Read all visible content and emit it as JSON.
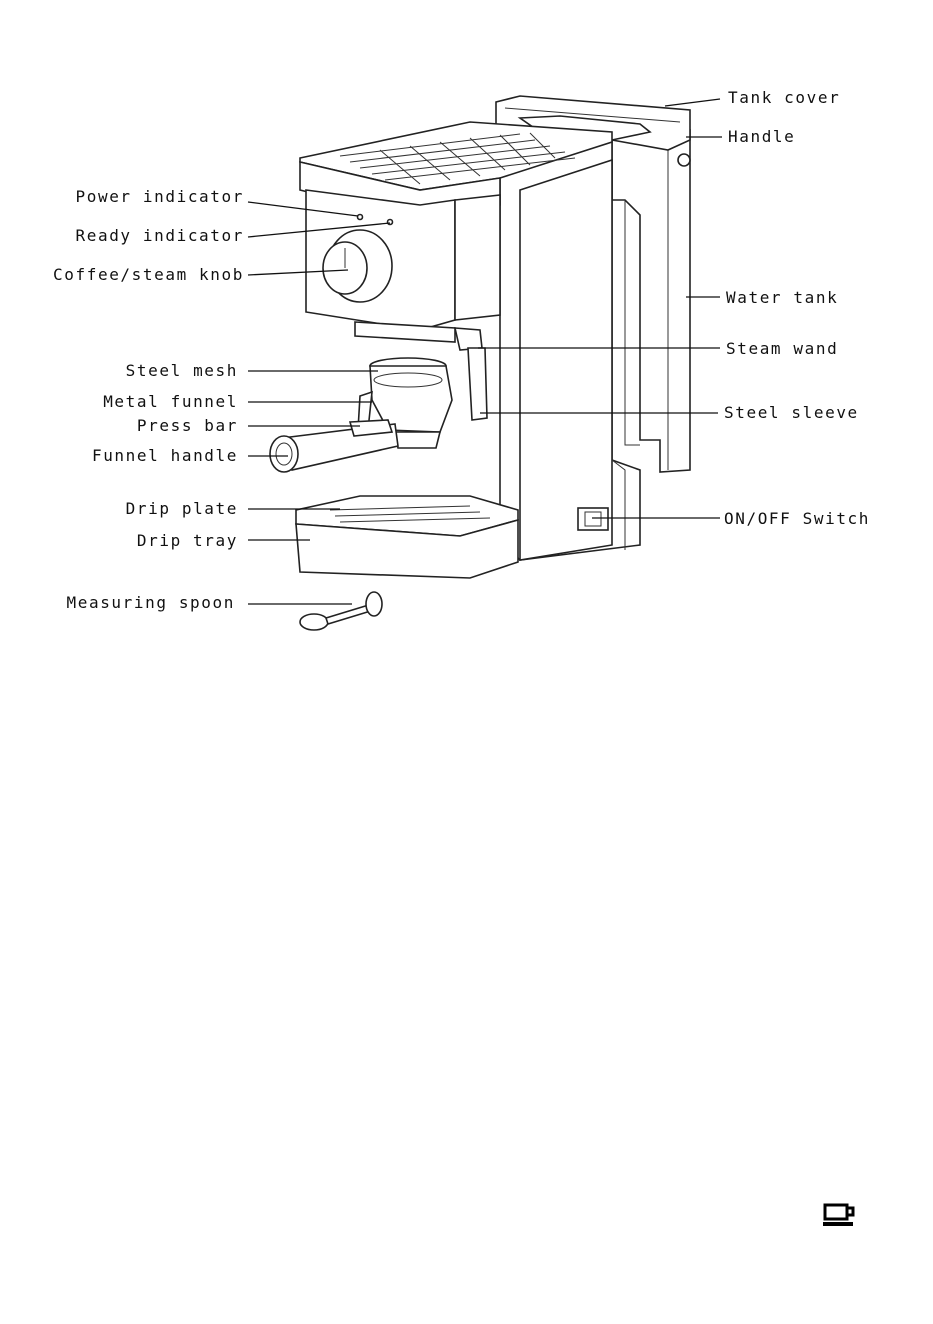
{
  "labels": {
    "tank_cover": "Tank cover",
    "handle": "Handle",
    "power_indicator": "Power indicator",
    "ready_indicator": "Ready indicator",
    "coffee_steam_knob": "Coffee/steam knob",
    "water_tank": "Water tank",
    "steam_wand": "Steam wand",
    "steel_mesh": "Steel mesh",
    "metal_funnel": "Metal funnel",
    "steel_sleeve": "Steel sleeve",
    "press_bar": "Press bar",
    "funnel_handle": "Funnel handle",
    "drip_plate": "Drip plate",
    "drip_tray": "Drip tray",
    "on_off_switch": "ON/OFF Switch",
    "measuring_spoon": "Measuring spoon"
  },
  "icons": {
    "footer": "coffee-cup-icon"
  }
}
